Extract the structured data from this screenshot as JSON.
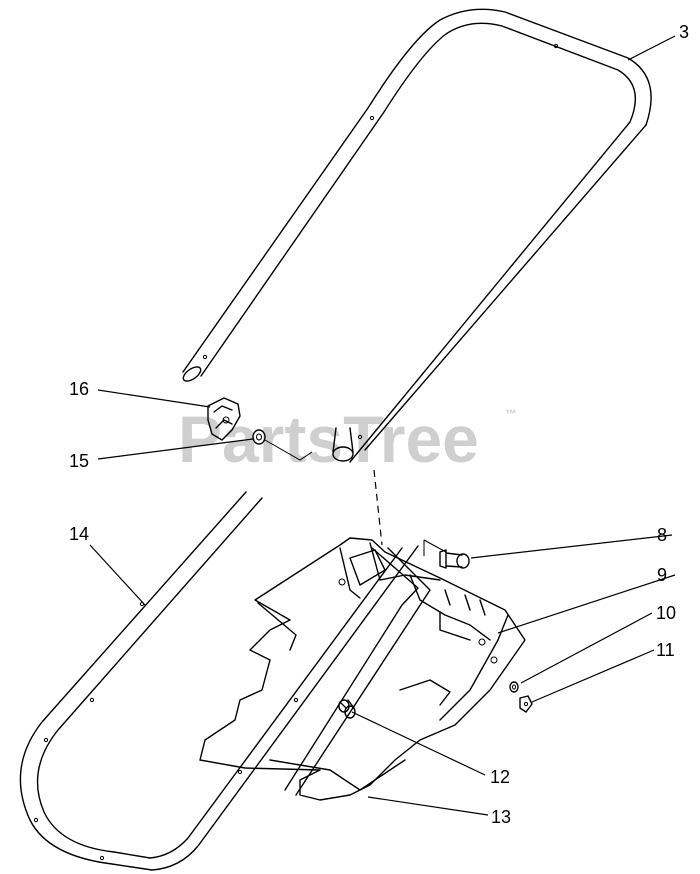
{
  "watermark": {
    "text": "PartsTree",
    "trademark": "™"
  },
  "callouts": [
    {
      "id": "3",
      "label": "3"
    },
    {
      "id": "8",
      "label": "8"
    },
    {
      "id": "9",
      "label": "9"
    },
    {
      "id": "10",
      "label": "10"
    },
    {
      "id": "11",
      "label": "11"
    },
    {
      "id": "12",
      "label": "12"
    },
    {
      "id": "13",
      "label": "13"
    },
    {
      "id": "14",
      "label": "14"
    },
    {
      "id": "15",
      "label": "15"
    },
    {
      "id": "16",
      "label": "16"
    }
  ]
}
